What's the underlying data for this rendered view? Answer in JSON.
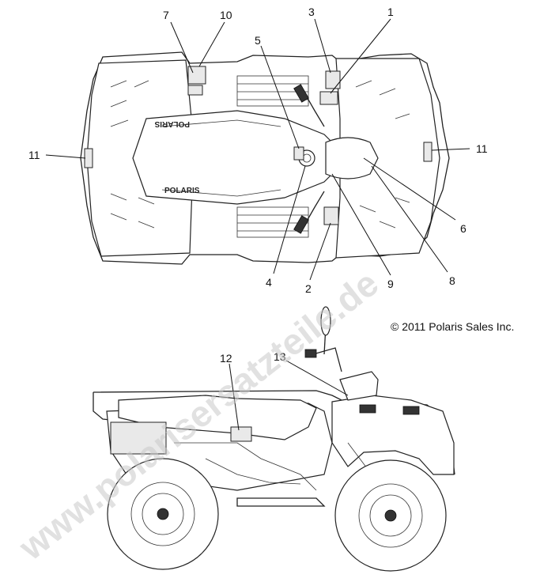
{
  "watermark": "www.polarisersatzteile.de",
  "copyright": "© 2011 Polaris Sales Inc.",
  "brand_mark_front": "POLARIS",
  "brand_mark_rear": "POLARIS",
  "callouts": {
    "c1": "1",
    "c2": "2",
    "c3": "3",
    "c4": "4",
    "c5": "5",
    "c6": "6",
    "c7": "7",
    "c8": "8",
    "c9": "9",
    "c10": "10",
    "c11_left": "11",
    "c11_right": "11",
    "c12": "12",
    "c13": "13"
  }
}
